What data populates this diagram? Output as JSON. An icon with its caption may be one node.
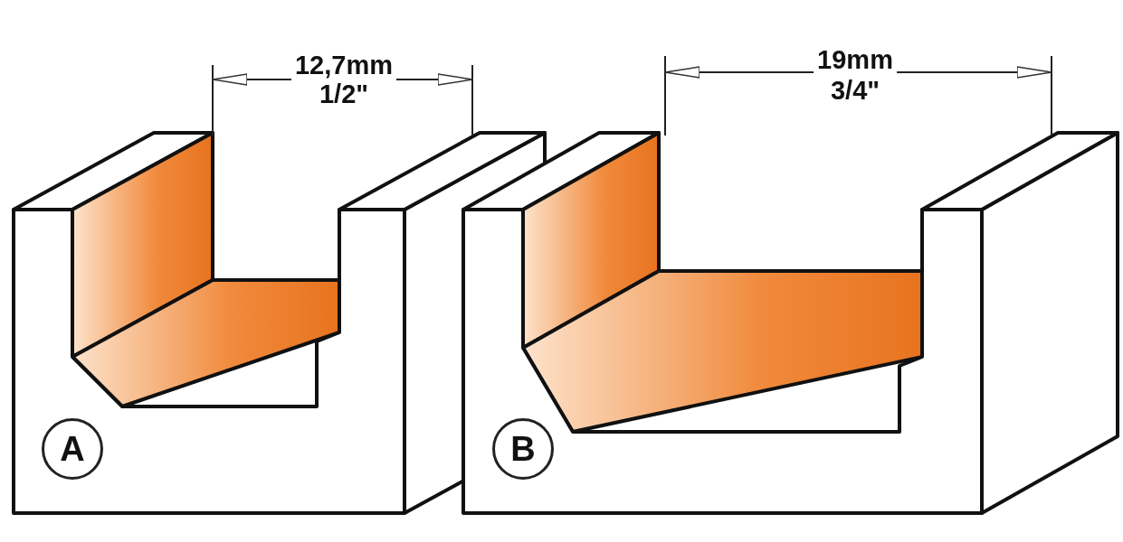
{
  "diagram": {
    "nodes": [
      {
        "text": [
          "A"
        ]
      },
      {
        "text": [
          "B"
        ]
      }
    ],
    "labels": [
      "12,7mm",
      "1/2\"",
      "19mm",
      "3/4\""
    ]
  }
}
